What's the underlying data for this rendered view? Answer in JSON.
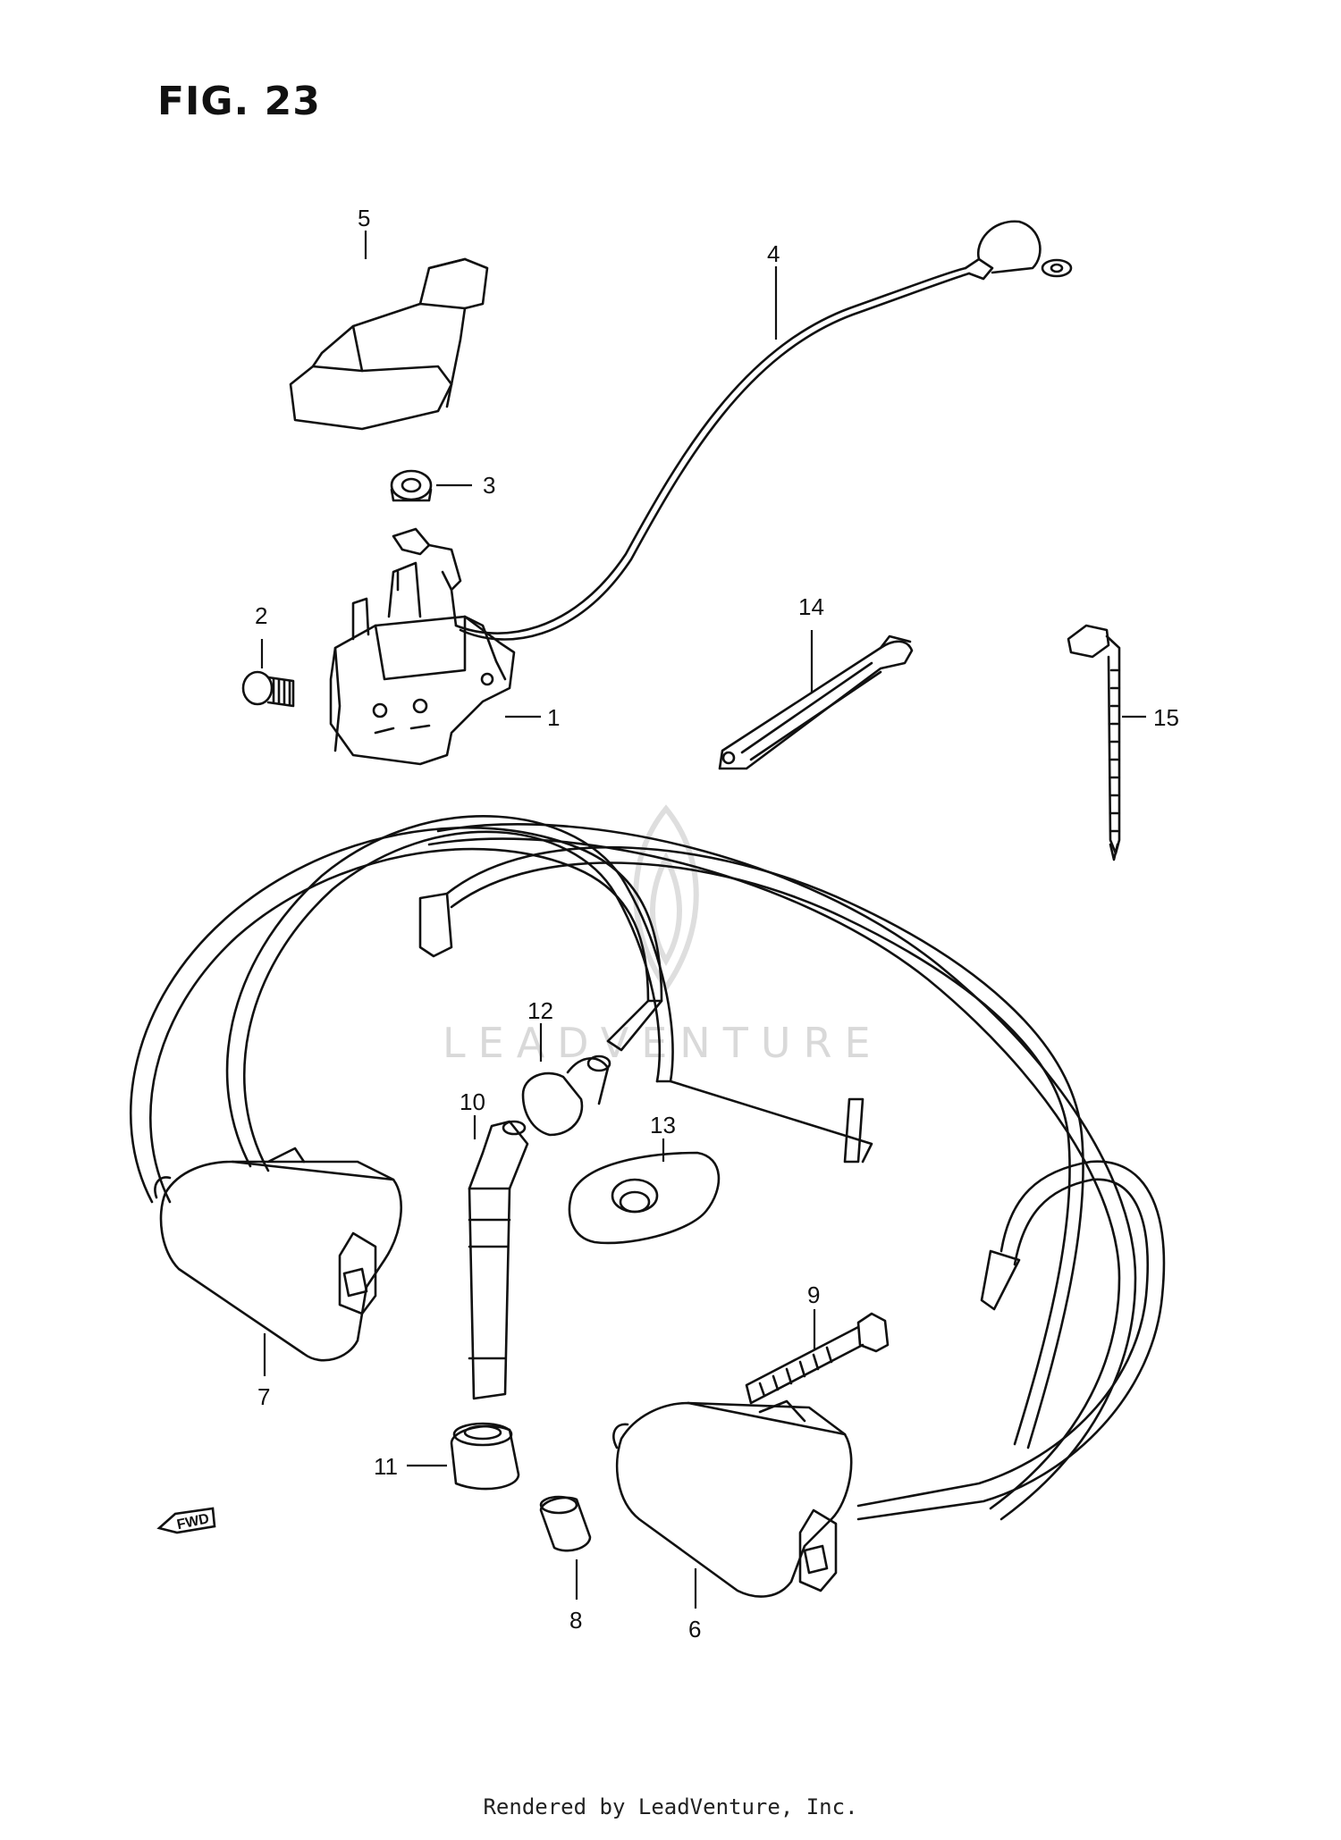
{
  "figure": {
    "title": "FIG. 23",
    "footer": "Rendered by LeadVenture, Inc.",
    "watermark": "LEADVENTURE"
  },
  "parts": [
    {
      "ref": "1"
    },
    {
      "ref": "2"
    },
    {
      "ref": "3"
    },
    {
      "ref": "4"
    },
    {
      "ref": "5"
    },
    {
      "ref": "6"
    },
    {
      "ref": "7"
    },
    {
      "ref": "8"
    },
    {
      "ref": "9"
    },
    {
      "ref": "10"
    },
    {
      "ref": "11"
    },
    {
      "ref": "12"
    },
    {
      "ref": "13"
    },
    {
      "ref": "14"
    },
    {
      "ref": "15"
    }
  ],
  "direction_badge": "FWD"
}
